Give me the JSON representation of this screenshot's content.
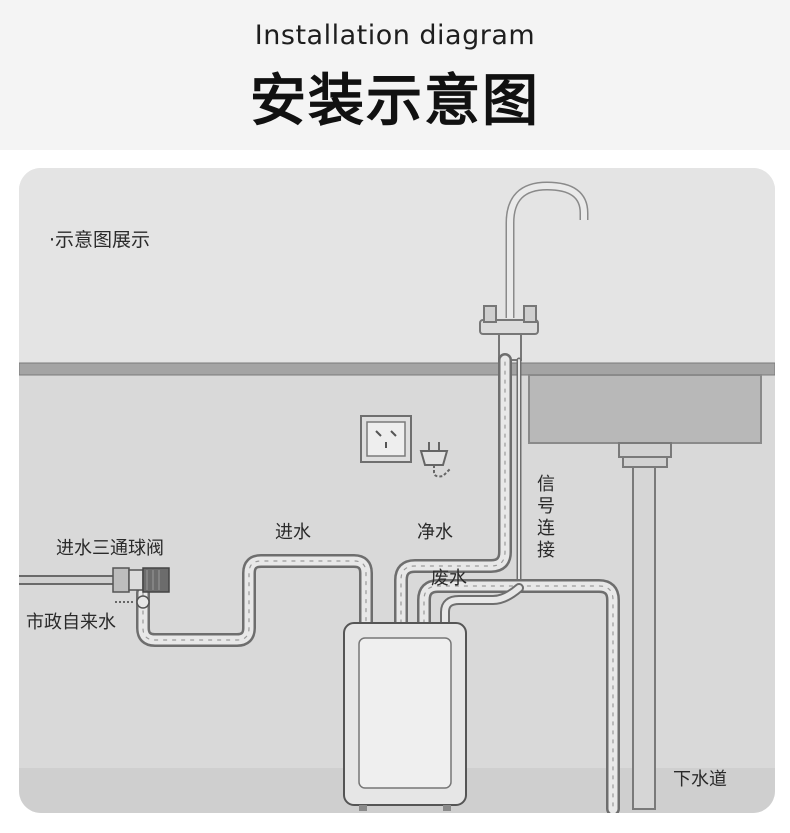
{
  "header": {
    "title_en": "Installation diagram",
    "title_zh": "安装示意图"
  },
  "diagram": {
    "section_label": "·示意图展示",
    "labels": {
      "ball_valve": "进水三通球阀",
      "municipal_water": "市政自来水",
      "inlet_water": "进水",
      "pure_water": "净水",
      "waste_water": "废水",
      "signal_connection": "信号连接",
      "drain": "下水道"
    },
    "icons": [
      "faucet-icon",
      "wall-socket-icon",
      "power-plug-icon",
      "sink-icon",
      "purifier-icon",
      "ball-valve-icon"
    ],
    "colors": {
      "background": "#e0e0e0",
      "counter": "#9a9a9a",
      "pipe_outline": "#707070",
      "floor": "#cfcfcf"
    }
  }
}
